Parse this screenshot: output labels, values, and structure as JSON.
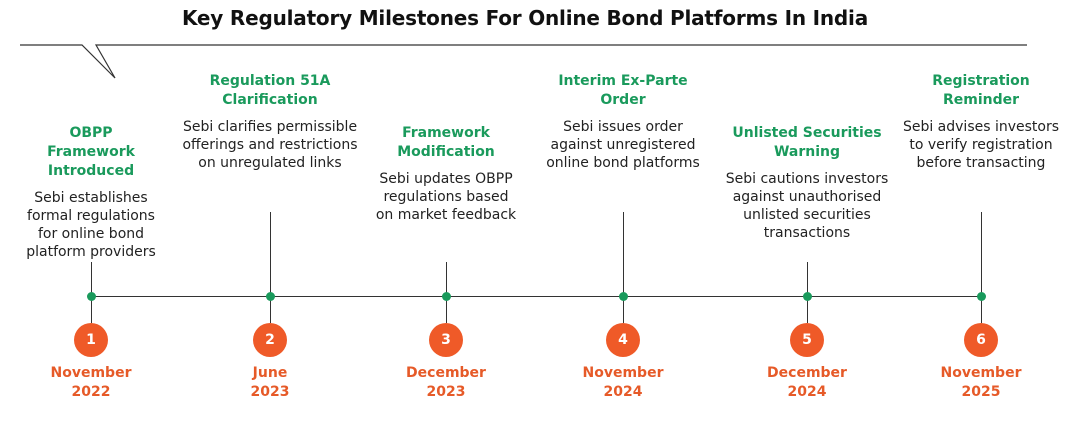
{
  "title": "Key Regulatory Milestones For Online Bond Platforms In India",
  "colors": {
    "heading_green": "#1a9a5c",
    "date_orange": "#e65a28",
    "circle_orange": "#ef5a28"
  },
  "milestones": [
    {
      "number": "1",
      "title": "OBPP Framework Introduced",
      "description": "Sebi establishes formal regulations for online bond platform providers",
      "month": "November",
      "year": "2022"
    },
    {
      "number": "2",
      "title": "Regulation 51A Clarification",
      "description": "Sebi clarifies permissible offerings and restrictions on unregulated links",
      "month": "June",
      "year": "2023"
    },
    {
      "number": "3",
      "title": "Framework Modification",
      "description": "Sebi updates OBPP regulations based on market feedback",
      "month": "December",
      "year": "2023"
    },
    {
      "number": "4",
      "title": "Interim Ex-Parte Order",
      "description": "Sebi issues order against unregistered online bond platforms",
      "month": "November",
      "year": "2024"
    },
    {
      "number": "5",
      "title": "Unlisted Securities Warning",
      "description": "Sebi cautions investors against unauthorised unlisted securities transactions",
      "month": "December",
      "year": "2024"
    },
    {
      "number": "6",
      "title": "Registration Reminder",
      "description": "Sebi advises investors to verify registration before transacting",
      "month": "November",
      "year": "2025"
    }
  ]
}
